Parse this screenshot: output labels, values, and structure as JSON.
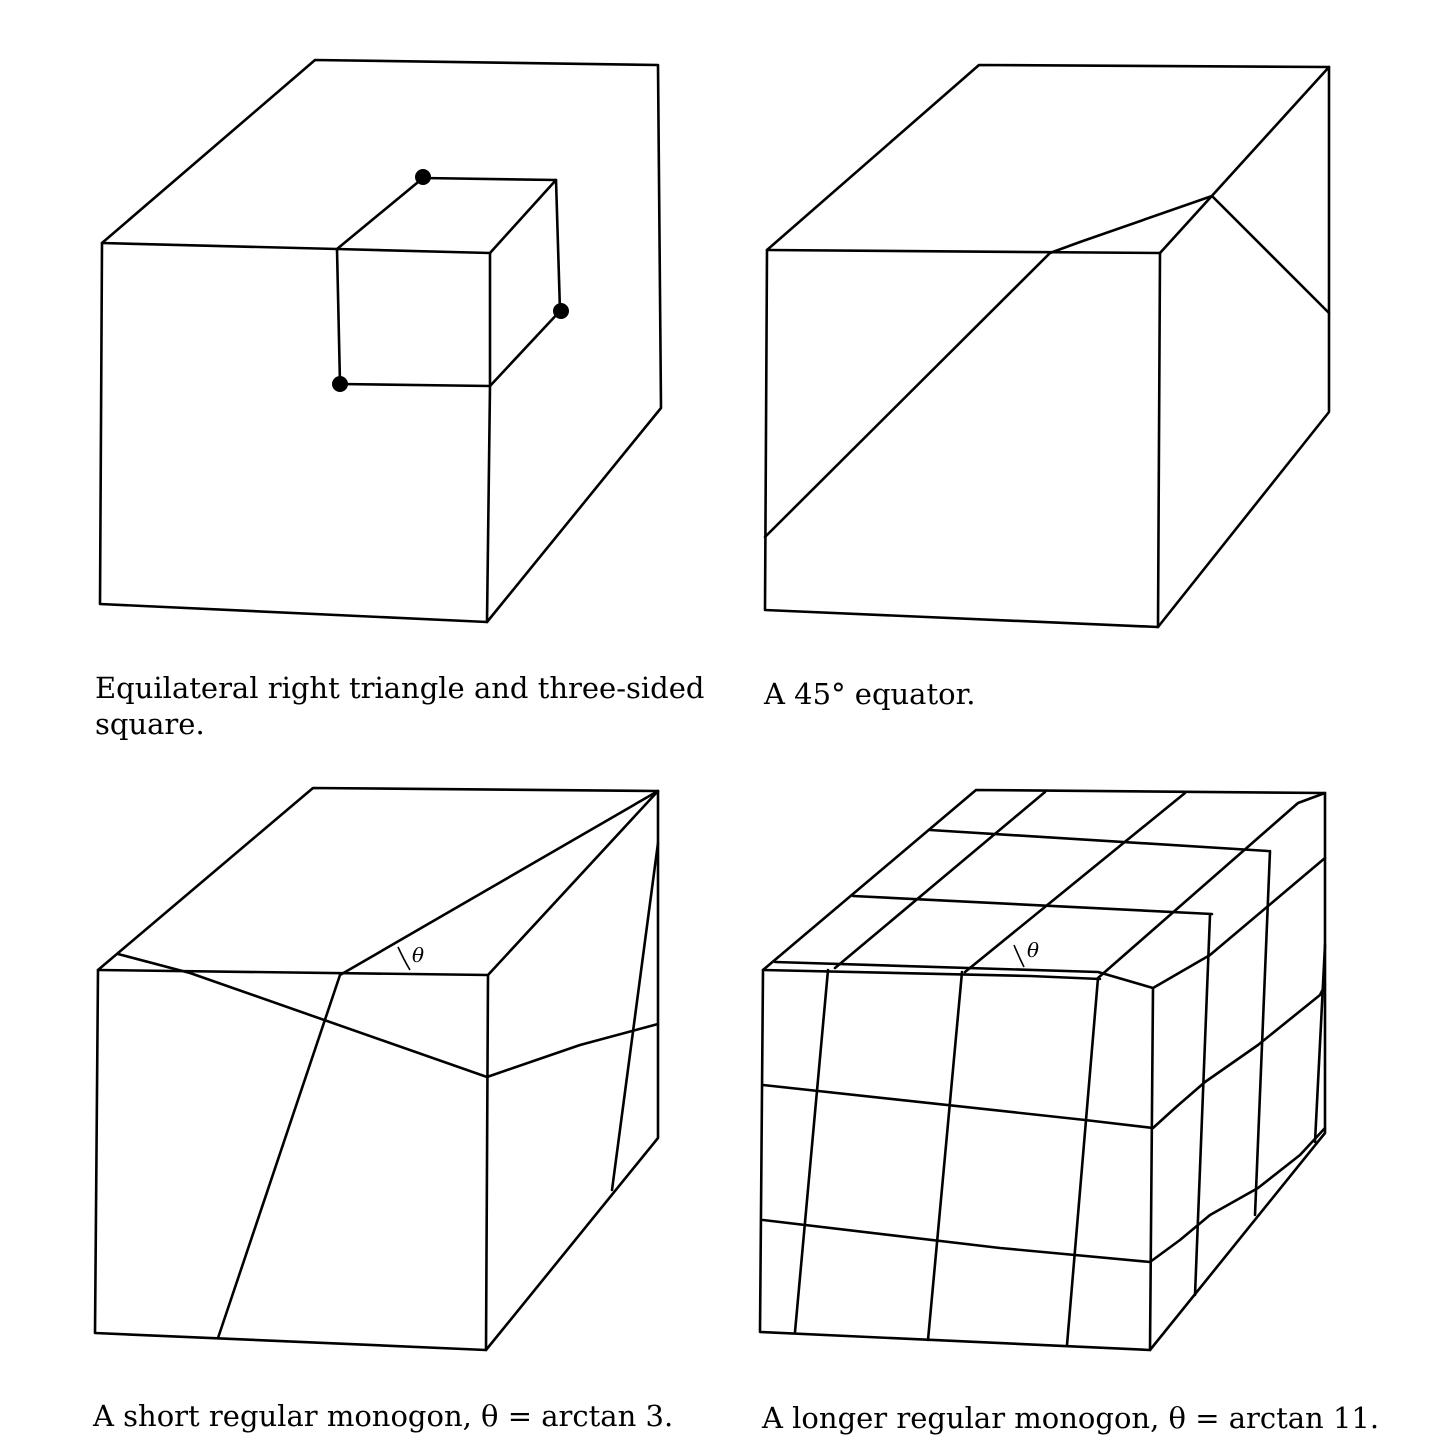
{
  "figures": [
    {
      "caption_lines": [
        "Equilateral right triangle and three-sided",
        "square."
      ]
    },
    {
      "caption_lines": [
        "A 45° equator."
      ]
    },
    {
      "caption_lines": [
        "A short regular monogon, θ = arctan 3."
      ],
      "angle_label": "θ"
    },
    {
      "caption_lines": [
        "A longer regular monogon, θ = arctan 11."
      ],
      "angle_label": "θ"
    }
  ]
}
